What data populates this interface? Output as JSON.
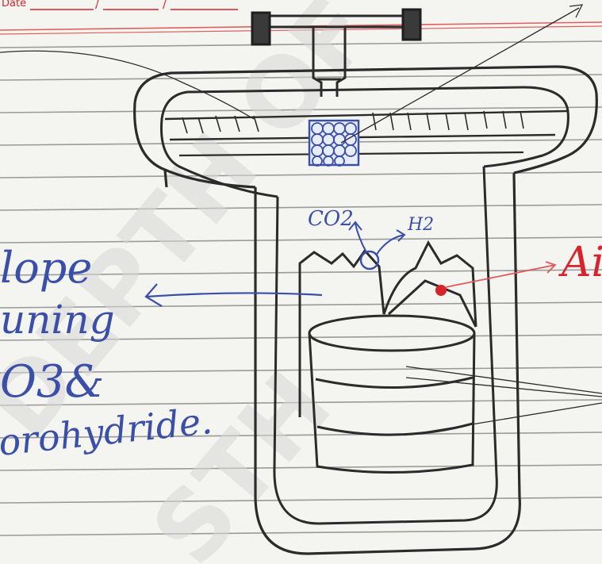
{
  "header": {
    "date_label": "Date",
    "date_slash1": "/",
    "date_slash2": "/"
  },
  "labels": {
    "co2": "CO2",
    "h2": "H2",
    "air": "Air",
    "left_line1": "lope",
    "left_line2": "uning",
    "left_line3": "O3&",
    "left_line4": "orohydride."
  },
  "watermark": {
    "text1": "DEPTH OF BIO",
    "text2": "STH"
  },
  "colors": {
    "ink": "#2b2b2b",
    "blue_ink": "#3a4fa8",
    "red_ink": "#d8232a",
    "paper": "#f4f4f0",
    "rule": "#9a9a9a",
    "margin_line": "#e06060"
  },
  "icons": {
    "gas_bubble": "circle",
    "air_dot": "red-dot"
  }
}
